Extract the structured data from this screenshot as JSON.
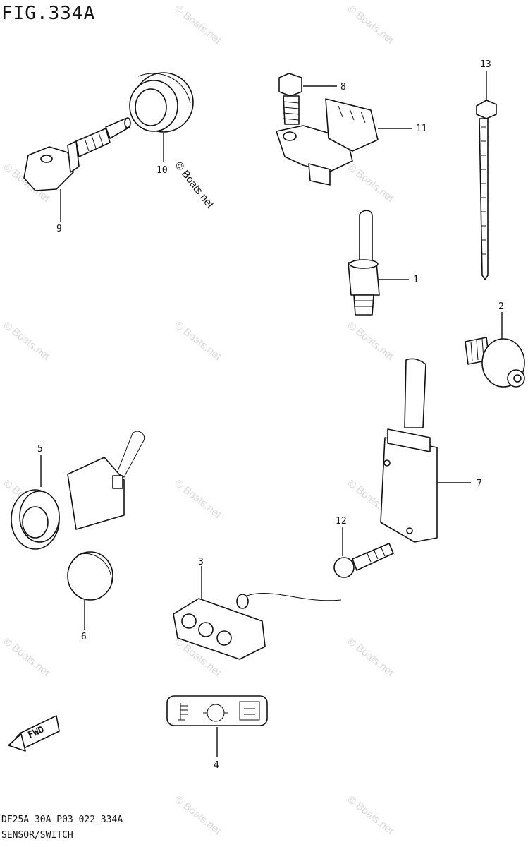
{
  "figure": {
    "title": "FIG.334A",
    "code": "DF25A_30A_P03_022_334A",
    "subtitle": "SENSOR/SWITCH",
    "watermark": "© Boats.net",
    "fwd_label": "FWD"
  },
  "callouts": [
    {
      "id": "1",
      "label": "1"
    },
    {
      "id": "2",
      "label": "2"
    },
    {
      "id": "3",
      "label": "3"
    },
    {
      "id": "4",
      "label": "4"
    },
    {
      "id": "5",
      "label": "5"
    },
    {
      "id": "6",
      "label": "6"
    },
    {
      "id": "7",
      "label": "7"
    },
    {
      "id": "8",
      "label": "8"
    },
    {
      "id": "9",
      "label": "9"
    },
    {
      "id": "10",
      "label": "10"
    },
    {
      "id": "11",
      "label": "11"
    },
    {
      "id": "12",
      "label": "12"
    },
    {
      "id": "13",
      "label": "13"
    }
  ]
}
